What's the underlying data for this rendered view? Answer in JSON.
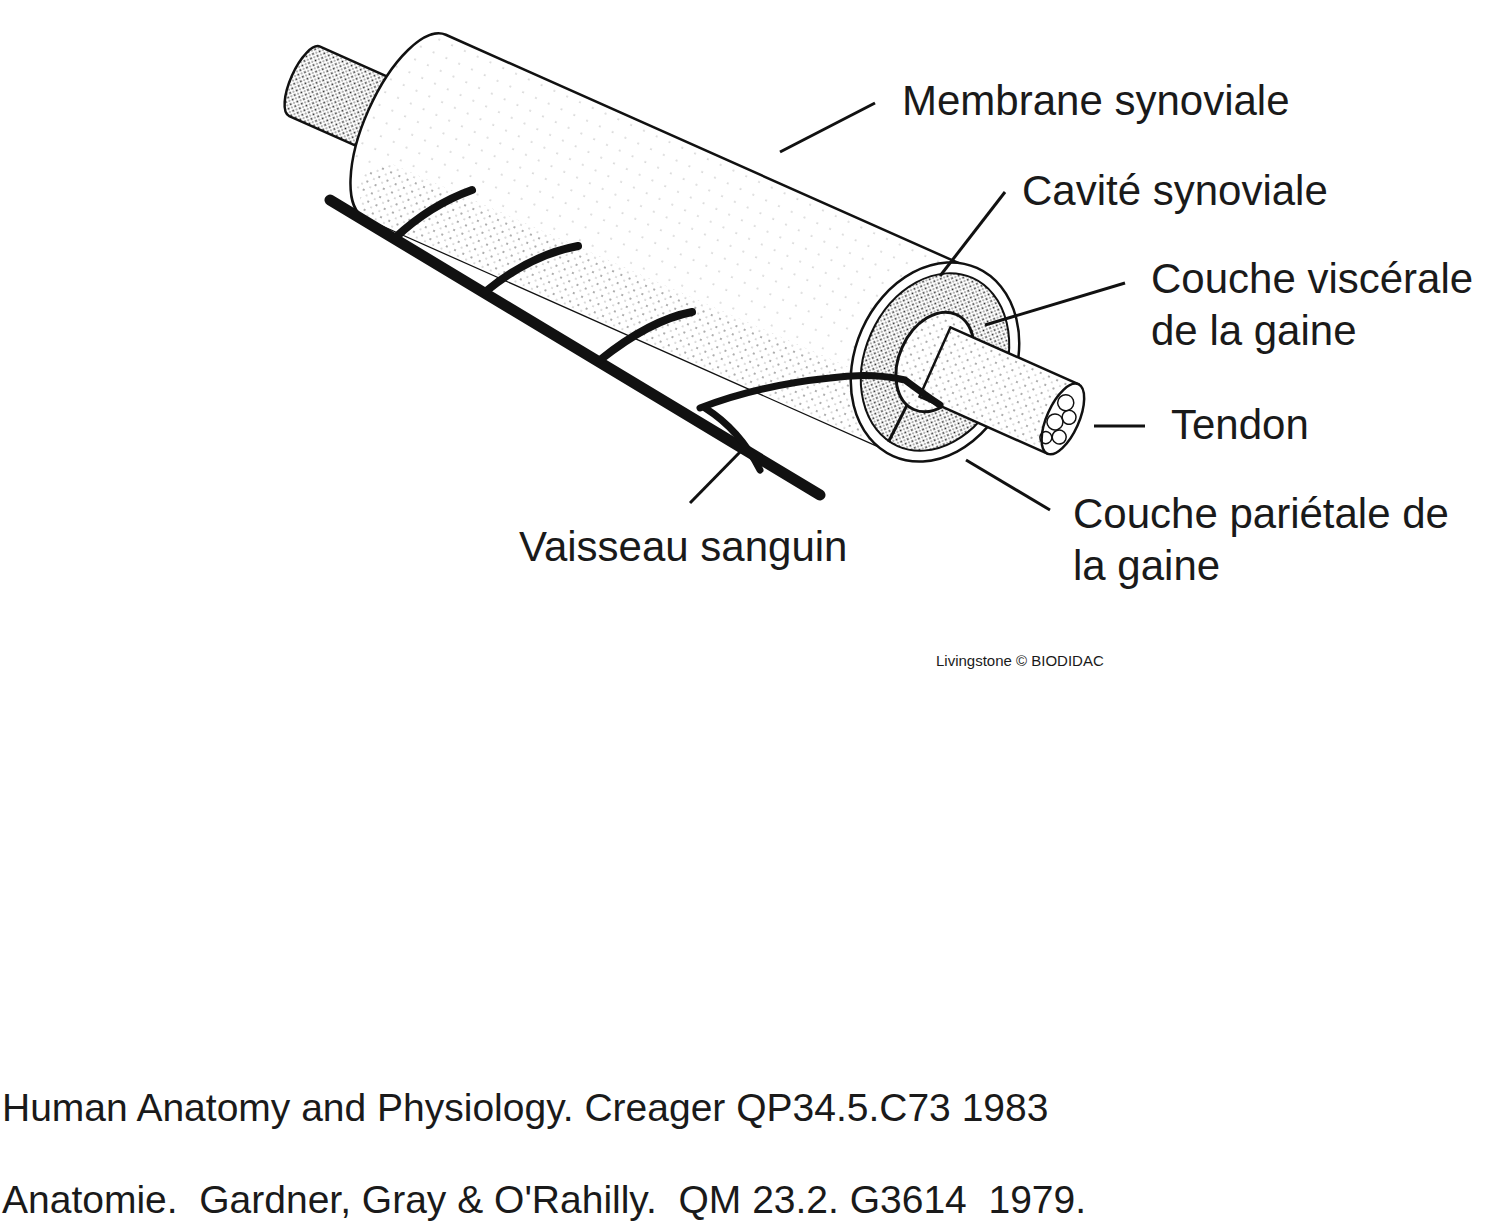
{
  "diagram": {
    "labels": [
      "Membrane synoviale",
      "Cavité synoviale",
      "Couche viscérale de la gaine",
      "Tendon",
      "Couche pariétale de la gaine",
      "Vaisseau sanguin",
      "Livingstone © BIODIDAC",
      "Human Anatomy and Physiology. Creager QP34.5.C73 1983",
      "Anatomie.  Gardner, Gray & O'Rahilly.  QM 23.2. G3614  1979."
    ]
  }
}
